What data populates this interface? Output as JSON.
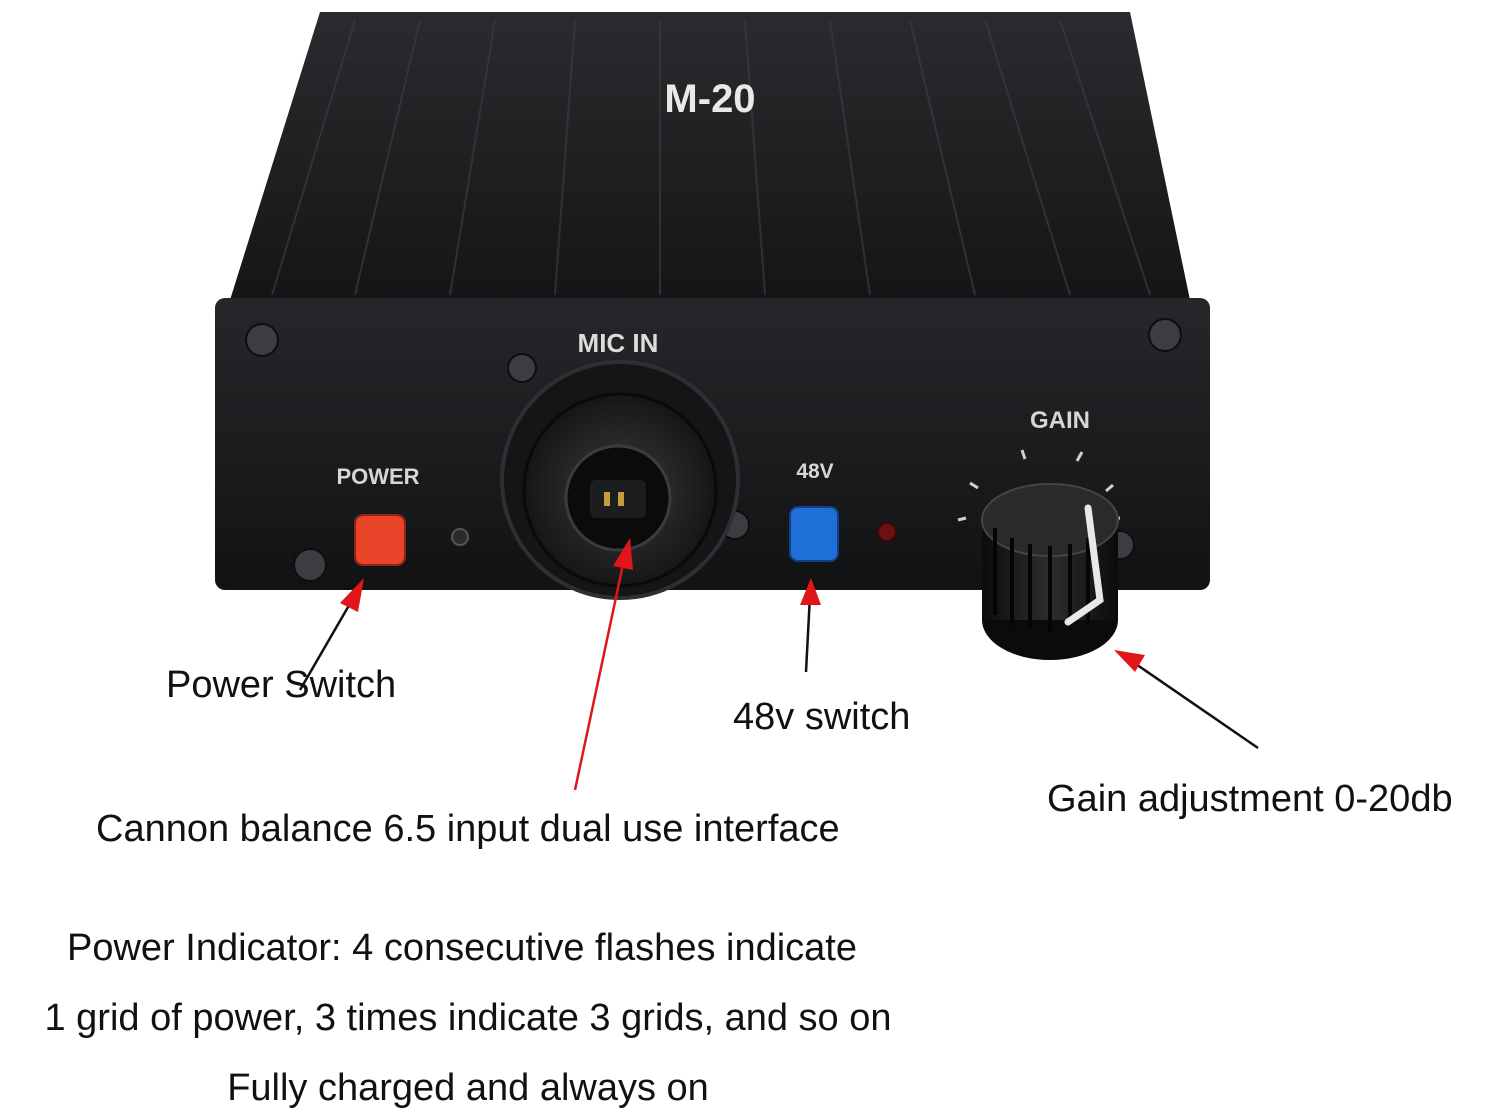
{
  "device": {
    "model_label": "M-20",
    "panel_labels": {
      "mic_in": "MIC IN",
      "power": "POWER",
      "phantom": "48V",
      "gain": "GAIN"
    },
    "colors": {
      "body": "#1d1e20",
      "power_button": "#e8442a",
      "phantom_button": "#1f6fd8",
      "arrow": "#e0161a",
      "pointer": "#111111"
    }
  },
  "callouts": {
    "power_switch": "Power Switch",
    "phantom_switch": "48v switch",
    "gain": "Gain adjustment 0-20db",
    "input": "Cannon balance 6.5 input dual use interface"
  },
  "notes": {
    "line1": "Power Indicator: 4 consecutive flashes indicate",
    "line2": "1 grid of power, 3 times indicate 3 grids, and so on",
    "line3": "Fully charged and always on"
  }
}
